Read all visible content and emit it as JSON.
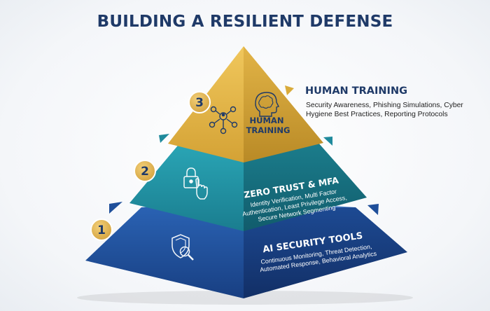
{
  "title": "BUILDING A RESILIENT DEFENSE",
  "tiers": [
    {
      "number": "1",
      "heading": "AI SECURITY TOOLS",
      "description_lines": [
        "Continuous Monitoring, Threat Detection,",
        "Automated Response, Behavioral Analytics"
      ],
      "icon": "shield-magnifier-icon",
      "color": "#1f4f9a"
    },
    {
      "number": "2",
      "heading": "ZERO TRUST & MFA",
      "description_lines": [
        "Identity Verification, Multi Factor",
        "Authentication, Least Privilege Access,",
        "Secure Network Segmenting"
      ],
      "icon": "lock-hand-icon",
      "color": "#1f8a9c"
    },
    {
      "number": "3",
      "heading_lines": [
        "HUMAN",
        "TRAINING"
      ],
      "icon_primary": "network-people-icon",
      "icon_secondary": "brain-head-icon",
      "callout_title": "HUMAN TRAINING",
      "callout_desc": "Security Awareness, Phishing Simulations, Cyber Hygiene Best Practices, Reporting Protocols",
      "color": "#d9ab3a"
    }
  ],
  "colors": {
    "title": "#1f3a68",
    "badge_fill": "#e0b552",
    "badge_text": "#1f3a68"
  }
}
